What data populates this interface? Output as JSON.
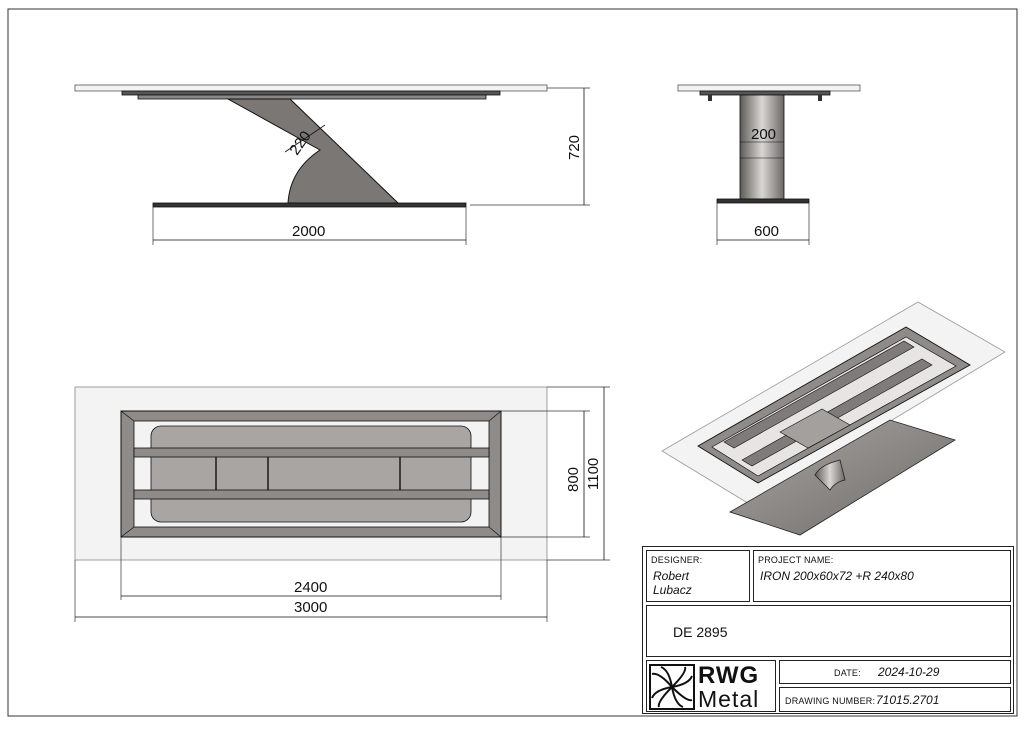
{
  "dimensions": {
    "side_length": "2000",
    "side_height": "720",
    "side_leg_width": "220",
    "front_width": "600",
    "front_leg_width": "200",
    "top_frame_width": "800",
    "top_width": "1100",
    "top_frame_length": "2400",
    "top_length": "3000"
  },
  "title_block": {
    "designer_label": "DESIGNER:",
    "designer_name_line1": "Robert",
    "designer_name_line2": "Lubacz",
    "project_label": "PROJECT NAME:",
    "project_name": "IRON 200x60x72 +R 240x80",
    "code": "DE 2895",
    "logo_line1": "RWG",
    "logo_line2": "Metal",
    "date_label": "DATE:",
    "date_value": "2024-10-29",
    "drawing_number_label": "DRAWING NUMBER:",
    "drawing_number_value": "71015.2701"
  },
  "colors": {
    "line": "#1a1a1a",
    "steel_dark": "#6f6c69",
    "steel_mid": "#9a9794",
    "steel_light": "#c8c6c3",
    "glass": "#f3f3f3"
  }
}
